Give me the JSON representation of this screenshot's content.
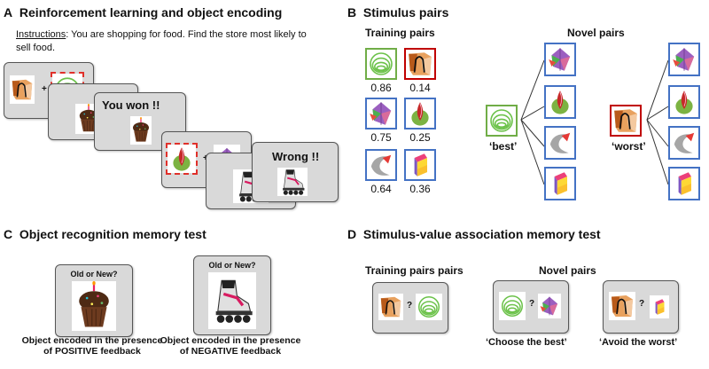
{
  "panel_a": {
    "letter": "A",
    "title": "Reinforcement learning and object encoding",
    "instructions_label": "Instructions",
    "instructions_text": ": You are shopping for food. Find the store most likely to sell food.",
    "plus": "+",
    "feedback_won": "You won !!",
    "feedback_wrong": "Wrong !!"
  },
  "panel_b": {
    "letter": "B",
    "title": "Stimulus pairs",
    "training_title": "Training pairs",
    "novel_title": "Novel pairs",
    "values": [
      "0.86",
      "0.14",
      "0.75",
      "0.25",
      "0.64",
      "0.36"
    ],
    "best_label": "‘best’",
    "worst_label": "‘worst’"
  },
  "panel_c": {
    "letter": "C",
    "title": "Object recognition memory test",
    "question": "Old or New?",
    "caption_positive": "Object encoded in the presence of POSITIVE feedback",
    "caption_negative": "Object encoded in the presence of NEGATIVE feedback"
  },
  "panel_d": {
    "letter": "D",
    "title": "Stimulus-value association memory test",
    "training_title": "Training pairs pairs",
    "novel_title": "Novel pairs",
    "question_mark": "?",
    "choose_best": "‘Choose the best’",
    "avoid_worst": "‘Avoid the worst’"
  },
  "colors": {
    "green_border": "#70ad47",
    "red_border": "#c00000",
    "blue_border": "#4472c4",
    "card_gray": "#d9d9d9",
    "dashed_red": "#e0302a"
  }
}
